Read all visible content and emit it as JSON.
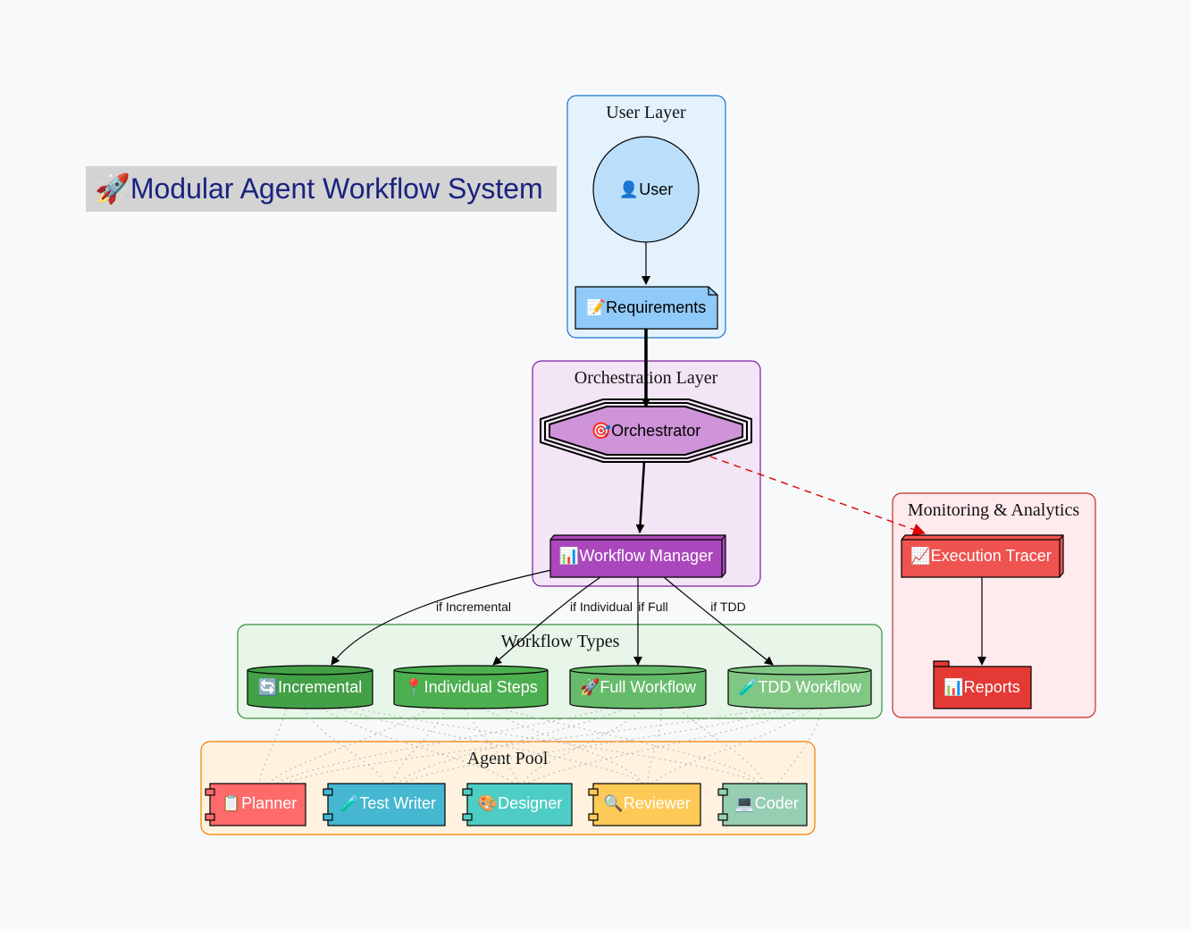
{
  "title": "🚀Modular Agent Workflow System",
  "clusters": {
    "user_layer": "User Layer",
    "orchestration_layer": "Orchestration Layer",
    "monitoring": "Monitoring & Analytics",
    "workflow_types": "Workflow Types",
    "agent_pool": "Agent Pool"
  },
  "nodes": {
    "user": "👤User",
    "requirements": "📝Requirements",
    "orchestrator": "🎯Orchestrator",
    "workflow_manager": "📊Workflow Manager",
    "execution_tracer": "📈Execution Tracer",
    "reports": "📊Reports",
    "incremental": "🔄Incremental",
    "individual_steps": "📍Individual Steps",
    "full_workflow": "🚀Full Workflow",
    "tdd_workflow": "🧪TDD Workflow",
    "planner": "📋Planner",
    "test_writer": "🧪Test Writer",
    "designer": "🎨Designer",
    "reviewer": "🔍Reviewer",
    "coder": "💻Coder"
  },
  "edge_labels": {
    "if_incremental": "if Incremental",
    "if_individual": "if Individual",
    "if_full": "if Full",
    "if_tdd": "if TDD"
  },
  "colors": {
    "user_cluster_fill": "#e3f2fd",
    "user_cluster_stroke": "#1976d2",
    "orch_cluster_fill": "#f3e5f5",
    "orch_cluster_stroke": "#7b1fa2",
    "mon_cluster_fill": "#ffebee",
    "mon_cluster_stroke": "#c62828",
    "wf_cluster_fill": "#e8f5e9",
    "wf_cluster_stroke": "#388e3c",
    "agent_cluster_fill": "#fff3e0",
    "agent_cluster_stroke": "#f57c00",
    "title_bg": "#d3d3d3",
    "title_text": "#1a237e"
  }
}
